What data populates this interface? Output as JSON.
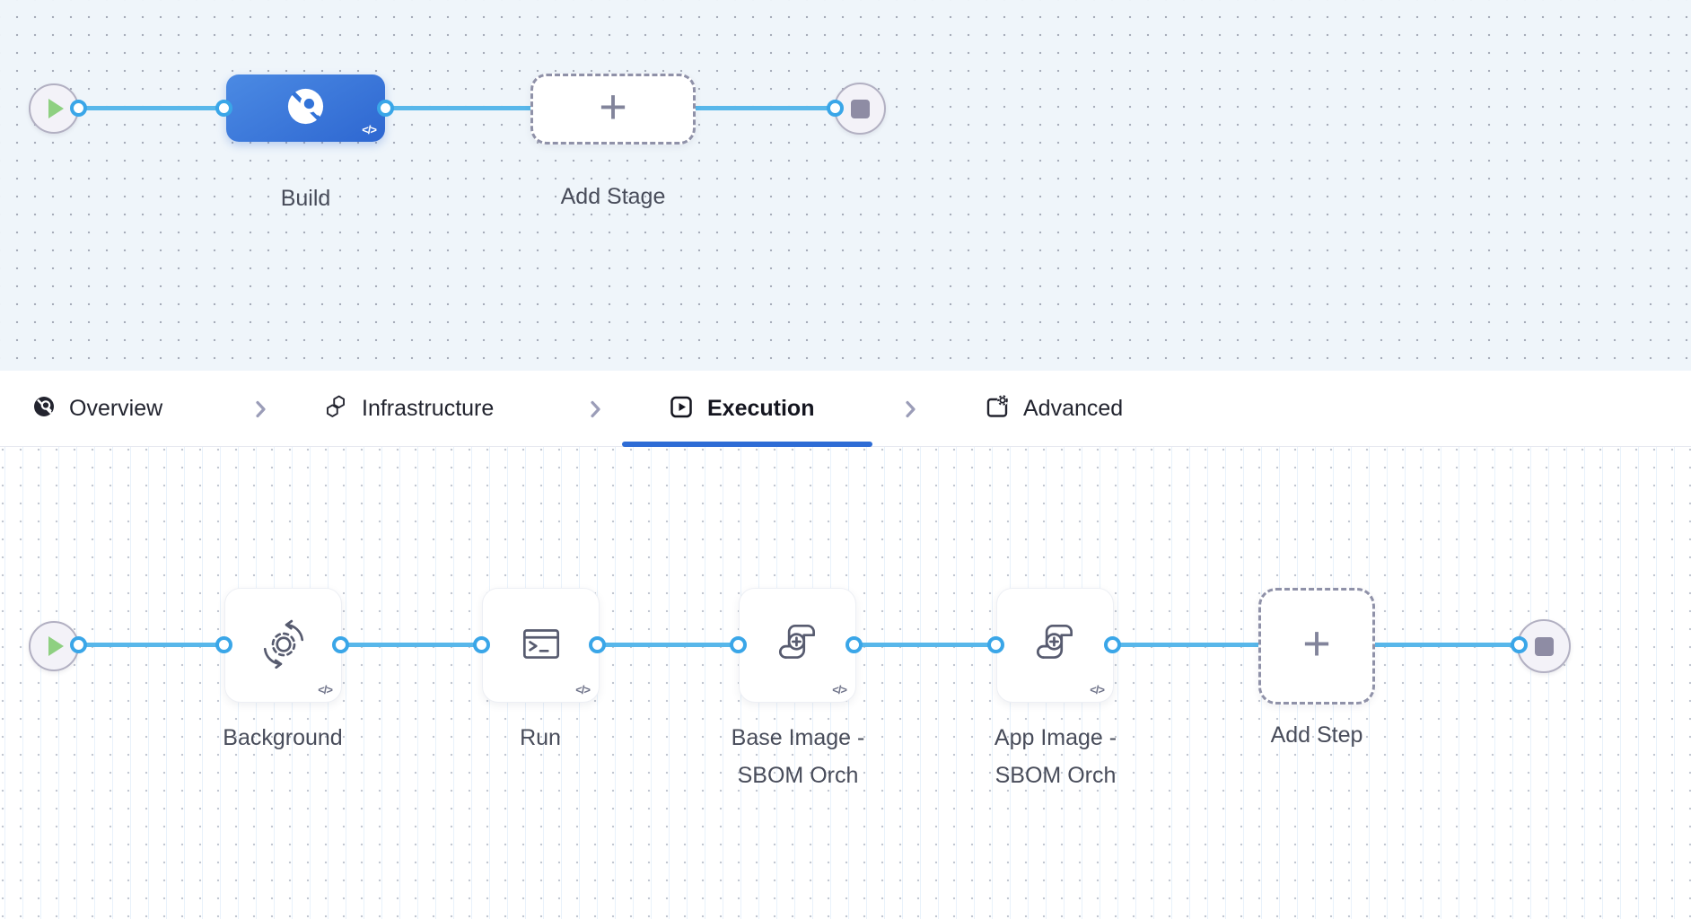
{
  "stage_flow": {
    "build_label": "Build",
    "add_stage_label": "Add Stage",
    "code_badge": "</>",
    "plus_glyph": "+"
  },
  "tabs": {
    "overview": "Overview",
    "infrastructure": "Infrastructure",
    "execution": "Execution",
    "advanced": "Advanced",
    "active_tab": "Execution"
  },
  "step_flow": {
    "steps": [
      {
        "icon": "sync-gear-icon",
        "code_badge": "</>",
        "lines": [
          "Background"
        ]
      },
      {
        "icon": "terminal-icon",
        "code_badge": "</>",
        "lines": [
          "Run"
        ]
      },
      {
        "icon": "scroll-plus-icon",
        "code_badge": "</>",
        "lines": [
          "Base Image -",
          "SBOM Orch"
        ]
      },
      {
        "icon": "scroll-plus-icon",
        "code_badge": "</>",
        "lines": [
          "App Image -",
          "SBOM Orch"
        ]
      }
    ],
    "add_step_label": "Add Step",
    "plus_glyph": "+"
  },
  "colors": {
    "edge_blue": "#58b7ea",
    "port_ring_blue": "#3aa6e8",
    "accent_blue": "#2e6cd5",
    "stage_blue": "#2e67d1",
    "play_green": "#8ed081"
  }
}
